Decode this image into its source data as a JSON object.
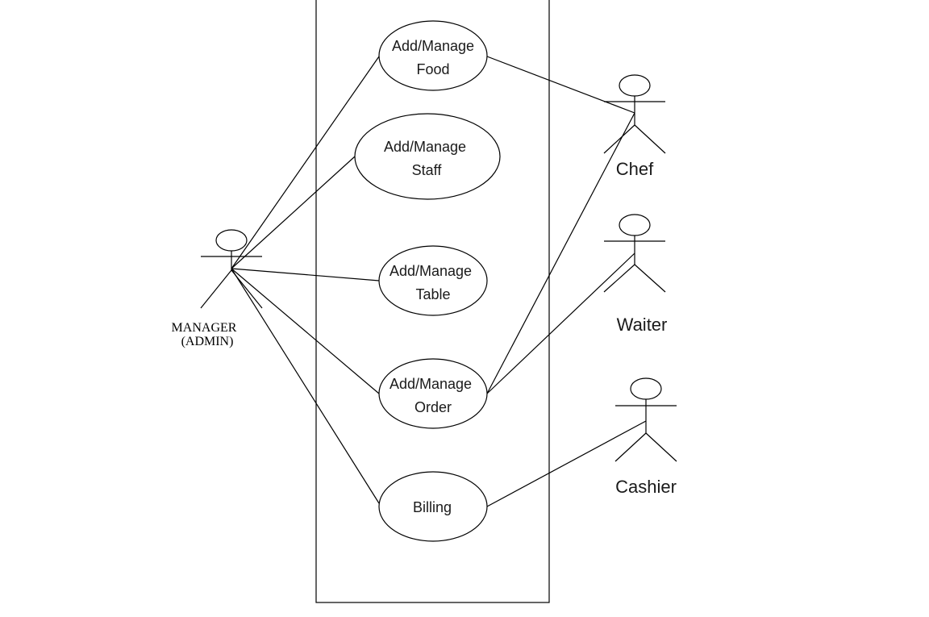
{
  "use_cases": [
    {
      "id": "food",
      "lines": [
        "Add/Manage",
        "Food"
      ]
    },
    {
      "id": "staff",
      "lines": [
        "Add/Manage",
        "Staff"
      ]
    },
    {
      "id": "table",
      "lines": [
        "Add/Manage",
        "Table"
      ]
    },
    {
      "id": "order",
      "lines": [
        "Add/Manage",
        "Order"
      ]
    },
    {
      "id": "billing",
      "lines": [
        "Billing"
      ]
    }
  ],
  "actors": {
    "manager": {
      "lines": [
        "MANAGER",
        "(ADMIN)"
      ]
    },
    "chef": {
      "label": "Chef"
    },
    "waiter": {
      "label": "Waiter"
    },
    "cashier": {
      "label": "Cashier"
    }
  },
  "associations": [
    {
      "actor": "manager",
      "use_case": "food"
    },
    {
      "actor": "manager",
      "use_case": "staff"
    },
    {
      "actor": "manager",
      "use_case": "table"
    },
    {
      "actor": "manager",
      "use_case": "order"
    },
    {
      "actor": "manager",
      "use_case": "billing"
    },
    {
      "actor": "chef",
      "use_case": "food"
    },
    {
      "actor": "chef",
      "use_case": "order"
    },
    {
      "actor": "waiter",
      "use_case": "order"
    },
    {
      "actor": "cashier",
      "use_case": "billing"
    }
  ]
}
